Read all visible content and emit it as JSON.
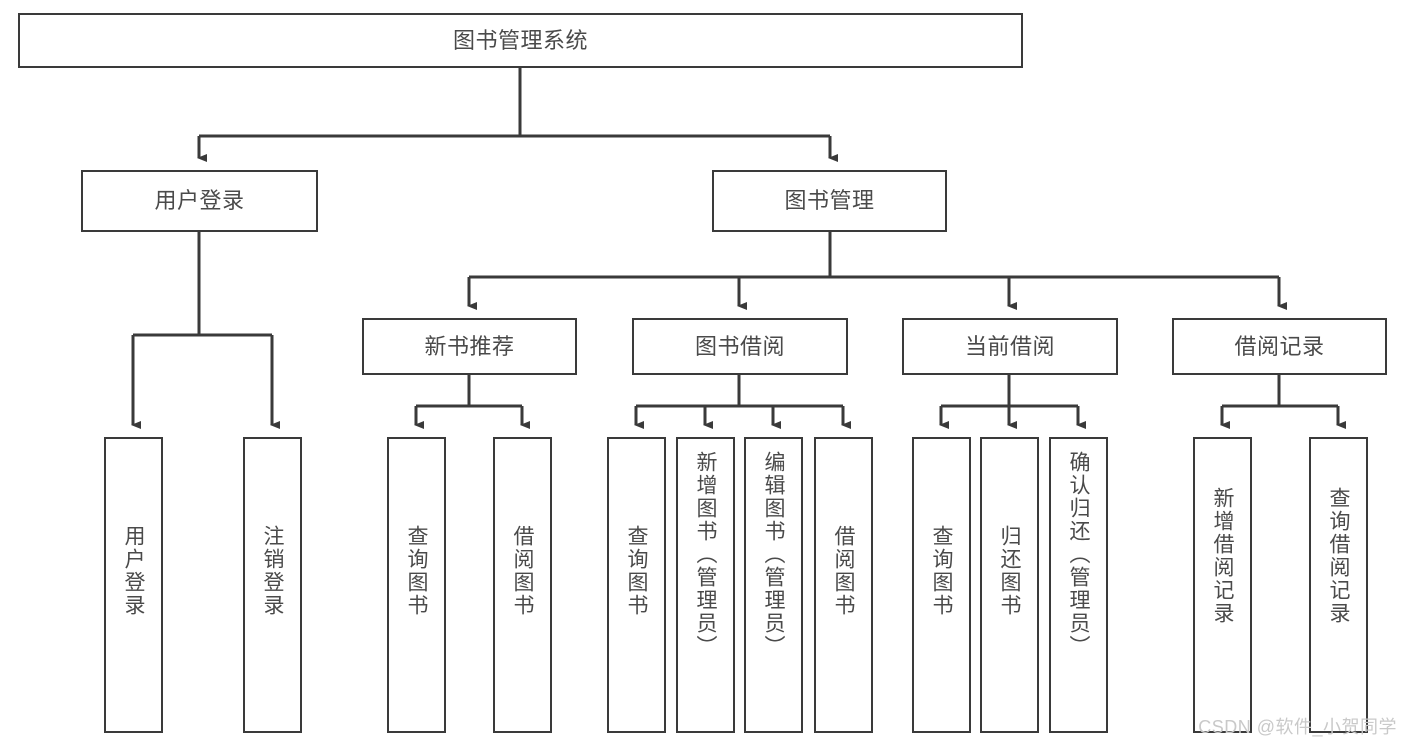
{
  "diagram": {
    "title": "图书管理系统",
    "root": {
      "label": "图书管理系统"
    },
    "level2": [
      {
        "label": "用户登录"
      },
      {
        "label": "图书管理"
      }
    ],
    "level3": [
      {
        "label": "新书推荐"
      },
      {
        "label": "图书借阅"
      },
      {
        "label": "当前借阅"
      },
      {
        "label": "借阅记录"
      }
    ],
    "leaves": [
      {
        "label": "用户登录"
      },
      {
        "label": "注销登录"
      },
      {
        "label": "查询图书"
      },
      {
        "label": "借阅图书"
      },
      {
        "label": "查询图书"
      },
      {
        "label": "新增图书（管理员）"
      },
      {
        "label": "编辑图书（管理员）"
      },
      {
        "label": "借阅图书"
      },
      {
        "label": "查询图书"
      },
      {
        "label": "归还图书"
      },
      {
        "label": "确认归还（管理员）"
      },
      {
        "label": "新增借阅记录"
      },
      {
        "label": "查询借阅记录"
      }
    ]
  },
  "watermark": {
    "text": "CSDN @软件_小贺同学"
  },
  "colors": {
    "stroke": "#3a3a3a",
    "text": "#4a4a4a",
    "background": "#ffffff",
    "watermark": "#c9c9c9"
  }
}
